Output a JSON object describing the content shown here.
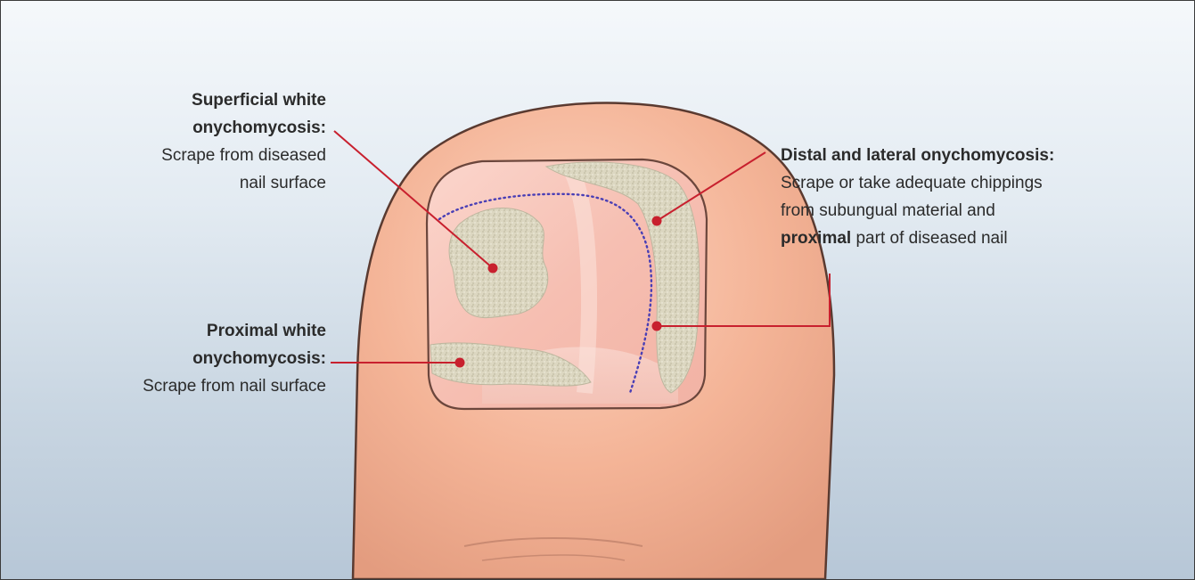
{
  "annotations": {
    "superficial": {
      "heading_line1": "Superficial white",
      "heading_line2": "onychomycosis:",
      "body_line1": "Scrape from diseased",
      "body_line2": "nail surface"
    },
    "proximal": {
      "heading_line1": "Proximal white",
      "heading_line2": "onychomycosis:",
      "body_line1": "Scrape from nail surface"
    },
    "distal": {
      "heading_line1": "Distal and lateral onychomycosis:",
      "body_line1": "Scrape or take adequate chippings",
      "body_line2": "from subungual material and",
      "body_bold": "proximal",
      "body_line3_rest": " part of diseased nail"
    }
  },
  "colors": {
    "leader_line": "#c8202e",
    "dotted_line": "#4a3fb5",
    "skin": "#f4b79a",
    "nail": "#f6c2b6",
    "lesion": "#d8d3bd"
  }
}
